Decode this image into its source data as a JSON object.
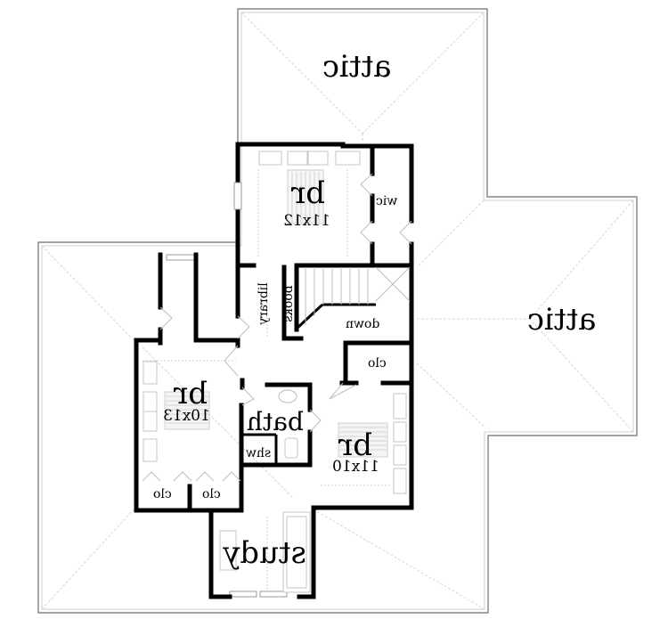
{
  "plan": {
    "mirrored": true,
    "rooms": {
      "attic_top": {
        "label": "attic"
      },
      "attic_right": {
        "label": "attic"
      },
      "bedroom_top": {
        "label": "br",
        "dims": "11x12"
      },
      "wic": {
        "label": "wic"
      },
      "library": {
        "label": "library"
      },
      "books": {
        "label": "books"
      },
      "stairs": {
        "label": "down"
      },
      "closet_hall": {
        "label": "clo"
      },
      "bedroom_left": {
        "label": "br",
        "dims": "10x13"
      },
      "bath": {
        "label": "bath"
      },
      "shower": {
        "label": "shw"
      },
      "bedroom_right": {
        "label": "br",
        "dims": "11x10"
      },
      "closet_left_a": {
        "label": "clo"
      },
      "closet_left_b": {
        "label": "clo"
      },
      "study": {
        "label": "study"
      }
    },
    "colors": {
      "wall": "#000000",
      "roof_outline": "#6e6e6e",
      "hip_lines": "#d6d6d6",
      "furniture": "#c4c4c4",
      "background": "#ffffff"
    }
  }
}
